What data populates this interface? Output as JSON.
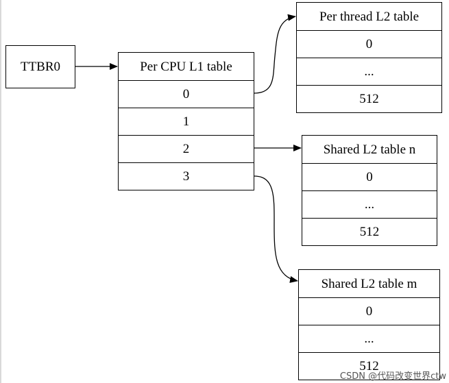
{
  "ttbr": {
    "label": "TTBR0"
  },
  "l1_table": {
    "title": "Per CPU L1 table",
    "rows": [
      "0",
      "1",
      "2",
      "3"
    ]
  },
  "thread_l2": {
    "title": "Per thread L2 table",
    "rows": [
      "0",
      "...",
      "512"
    ]
  },
  "shared_n": {
    "title": "Shared L2 table n",
    "rows": [
      "0",
      "...",
      "512"
    ]
  },
  "shared_m": {
    "title": "Shared L2 table m",
    "rows": [
      "0",
      "...",
      "512"
    ]
  },
  "watermark": "CSDN @代码改变世界ctw",
  "colors": {
    "stroke": "#000000",
    "background": "#ffffff"
  }
}
